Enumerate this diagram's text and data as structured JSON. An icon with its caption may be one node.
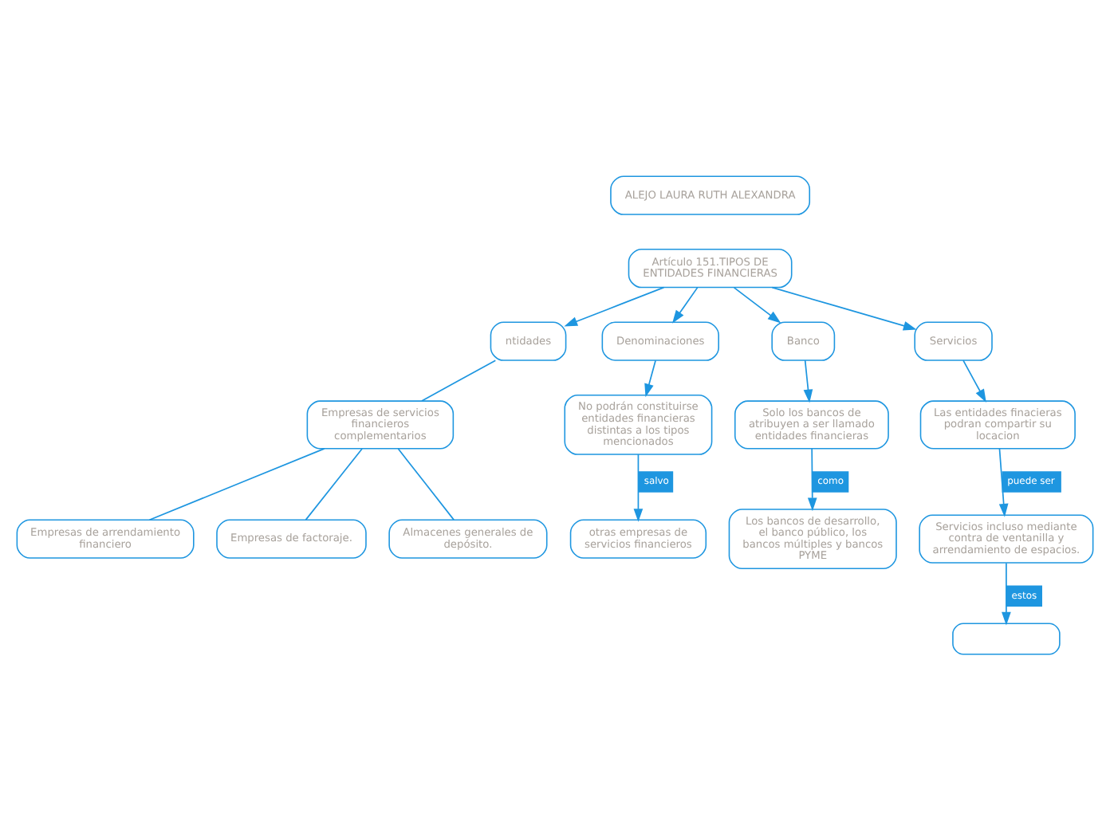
{
  "diagram": {
    "nodes": [
      {
        "text": [
          "ALEJO LAURA RUTH ALEXANDRA"
        ]
      },
      {
        "text": [
          "Artículo 151.TIPOS DE ENTIDADES FINANCIERAS"
        ]
      },
      {
        "text": [
          "ntidades"
        ]
      },
      {
        "text": [
          "Empresas de servicios financieros complementarios"
        ]
      },
      {
        "text": [
          "Empresas de arrendamiento financiero"
        ]
      },
      {
        "text": [
          "Empresas de factoraje."
        ]
      },
      {
        "text": [
          "Almacenes generales de depósito."
        ]
      },
      {
        "text": [
          "Denominaciones"
        ]
      },
      {
        "text": [
          "No podrán constituirse entidades financieras distintas a los tipos mencionados"
        ]
      },
      {
        "text": [
          "otras empresas de servicios financieros"
        ]
      },
      {
        "text": [
          "Banco"
        ]
      },
      {
        "text": [
          "Solo los bancos de atribuyen a ser llamado entidades financieras"
        ]
      },
      {
        "text": [
          "Los bancos de desarrollo, el banco público, los bancos múltiples y bancos PYME"
        ]
      },
      {
        "text": [
          "Servicios"
        ]
      },
      {
        "text": [
          "Las entidades finacieras podran compartir su locacion"
        ]
      },
      {
        "text": [
          "Servicios incluso mediante contra de ventanilla y arrendamiento de espacios."
        ]
      },
      {
        "text": [],
        "shape": "box"
      }
    ],
    "edges": [
      {
        "from": 1,
        "to": 2,
        "arrow": "to"
      },
      {
        "from": 1,
        "to": 7,
        "arrow": "to"
      },
      {
        "from": 1,
        "to": 10,
        "arrow": "to"
      },
      {
        "from": 1,
        "to": 13,
        "arrow": "to"
      },
      {
        "from": 2,
        "to": 3,
        "arrow": "none"
      },
      {
        "from": 3,
        "to": 4,
        "arrow": "none"
      },
      {
        "from": 3,
        "to": 5,
        "arrow": "none"
      },
      {
        "from": 3,
        "to": 6,
        "arrow": "none"
      },
      {
        "from": 7,
        "to": 8,
        "arrow": "to"
      },
      {
        "from": 8,
        "to": 9,
        "arrow": "to",
        "label": "salvo"
      },
      {
        "from": 10,
        "to": 11,
        "arrow": "to"
      },
      {
        "from": 11,
        "to": 12,
        "arrow": "to",
        "label": "como"
      },
      {
        "from": 13,
        "to": 14,
        "arrow": "to"
      },
      {
        "from": 14,
        "to": 15,
        "arrow": "to",
        "label": "puede ser"
      },
      {
        "from": 15,
        "to": 16,
        "arrow": "to",
        "label": "estos"
      }
    ]
  }
}
